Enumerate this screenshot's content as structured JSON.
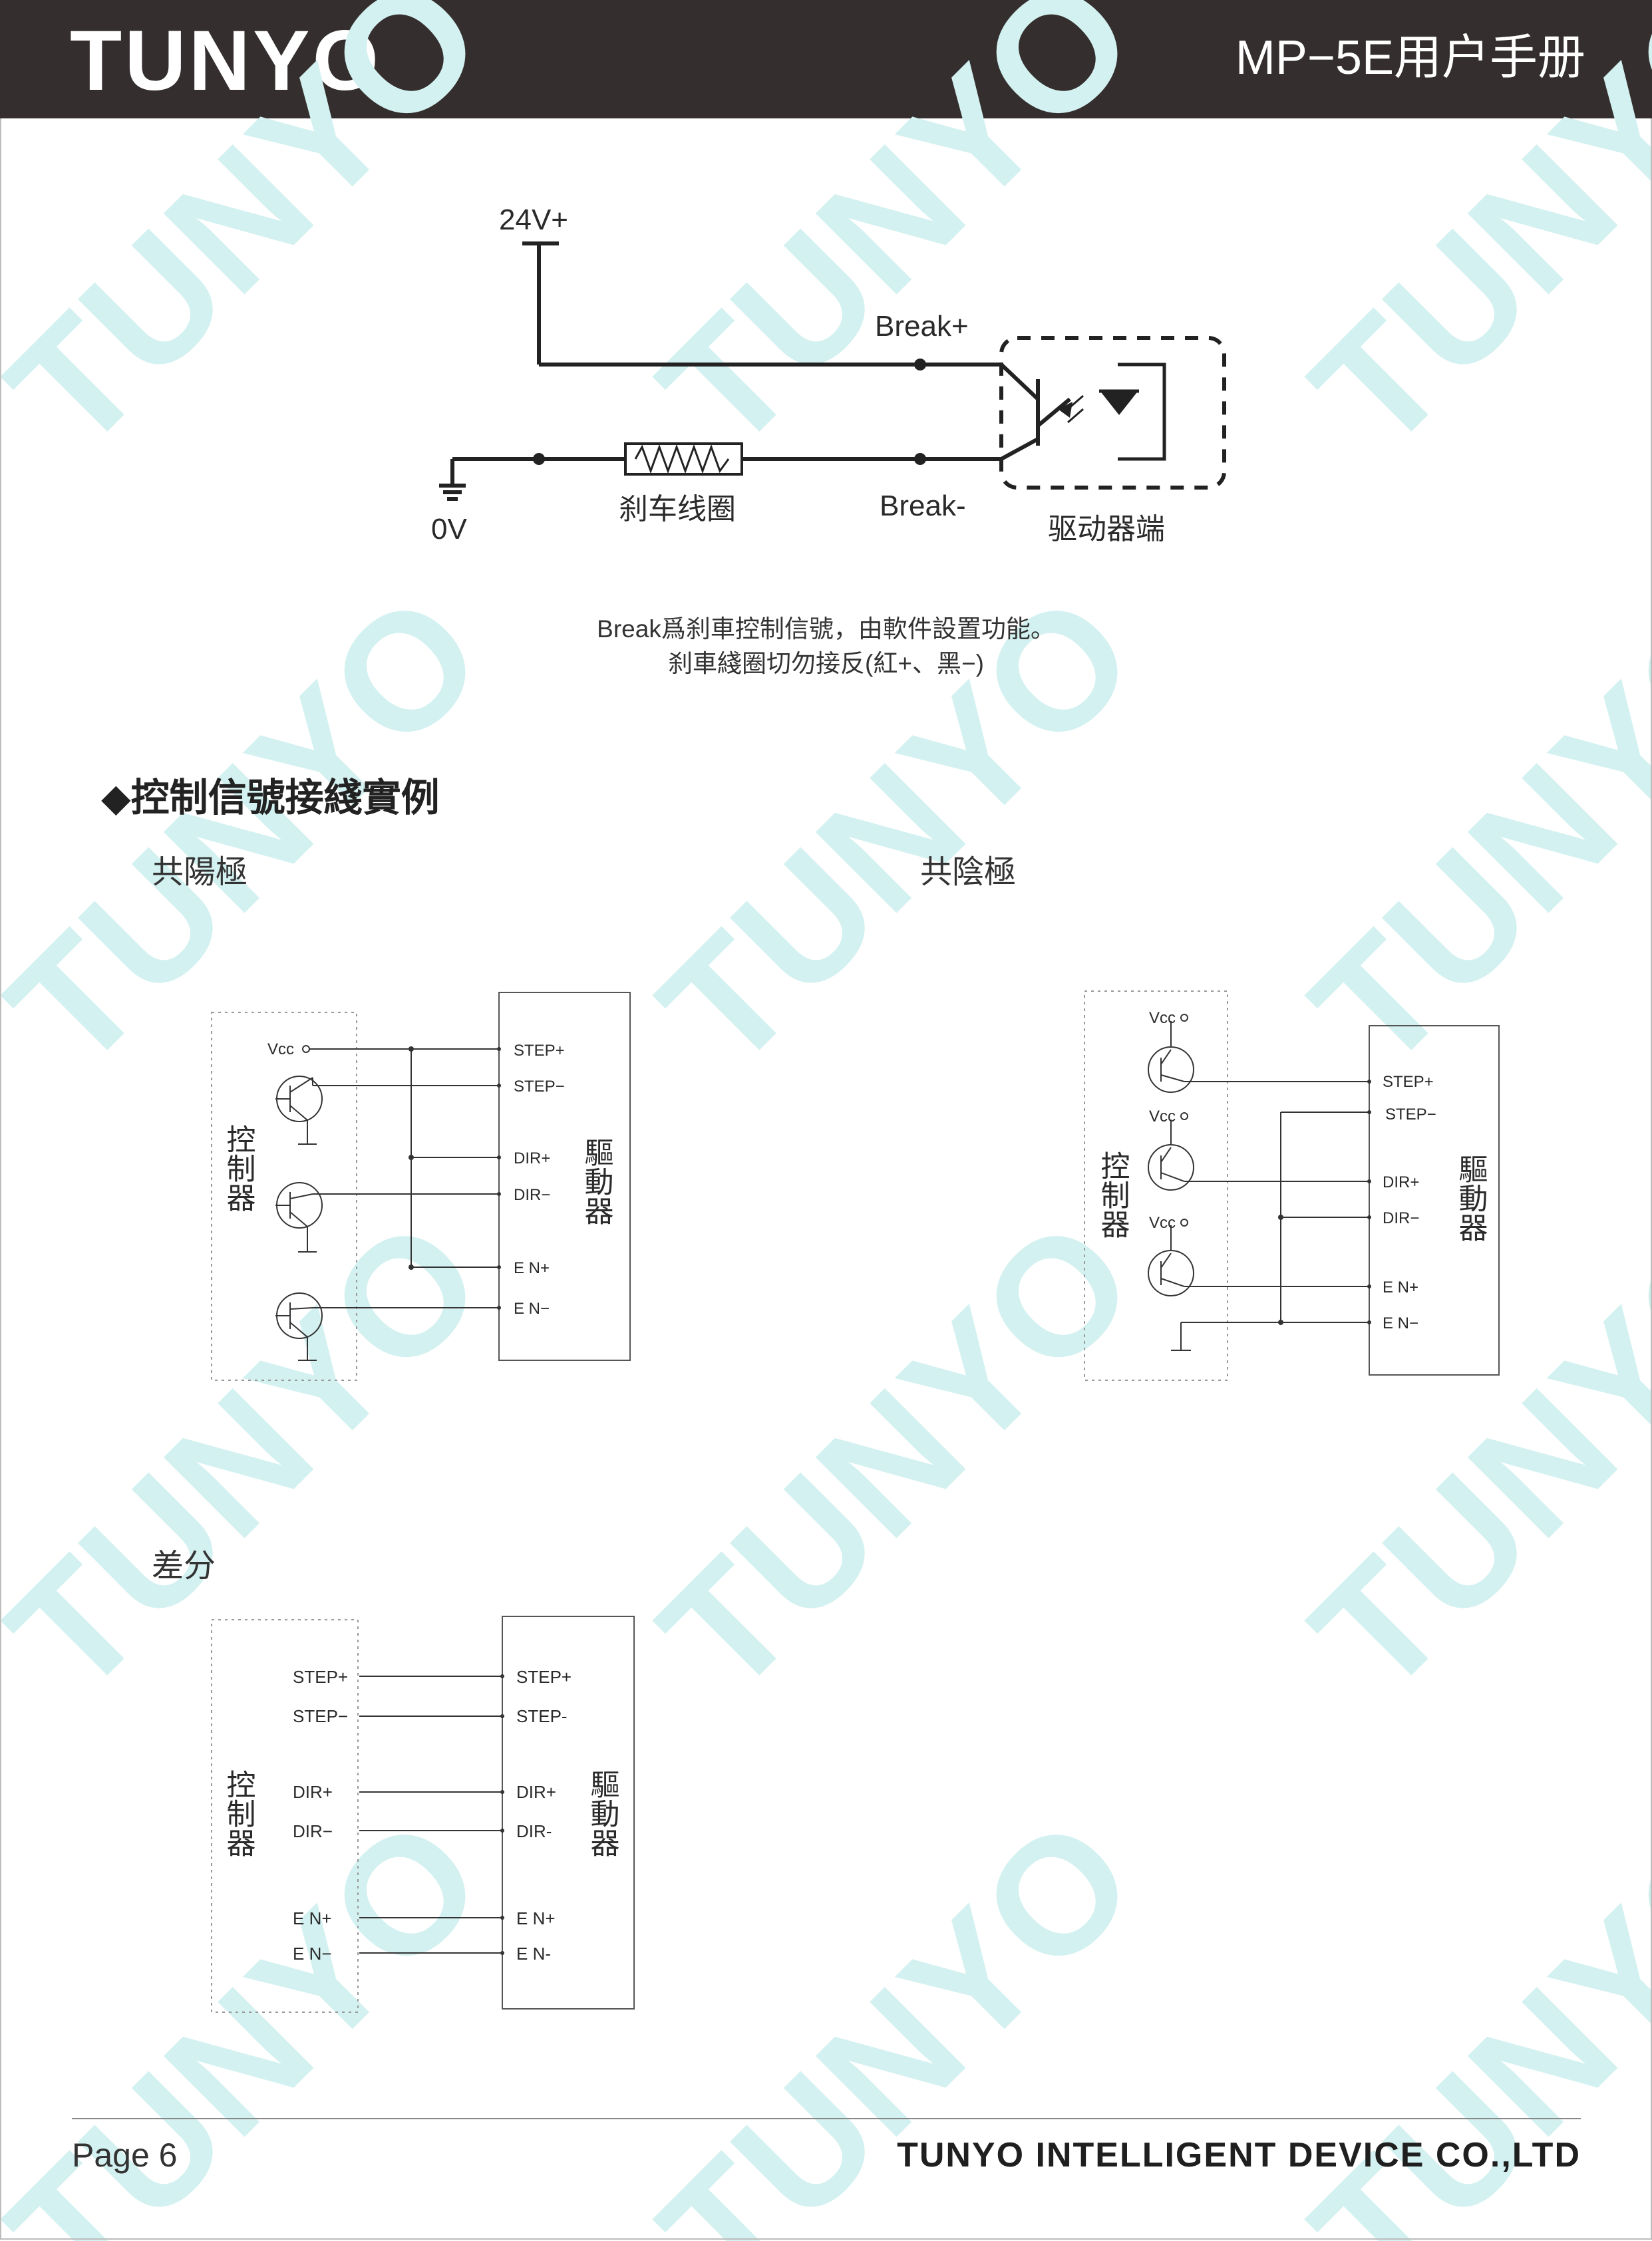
{
  "header": {
    "brand": "TUNYO",
    "manual_title": "MP−5E用户手册"
  },
  "watermark": {
    "text": "TUNYO"
  },
  "brake_diagram": {
    "supply": "24V+",
    "ground": "0V",
    "break_plus": "Break+",
    "break_minus": "Break-",
    "coil": "刹车线圈",
    "driver_side": "驱动器端"
  },
  "caption": {
    "line1": "Break爲刹車控制信號，由軟件設置功能。",
    "line2": "刹車綫圈切勿接反(紅+、黑−)"
  },
  "section": {
    "bullet": "◆",
    "title": "控制信號接綫實例"
  },
  "common_anode": {
    "title": "共陽極",
    "controller": "控制器",
    "driver": "驅動器",
    "vcc": "Vcc",
    "pins": [
      "STEP+",
      "STEP−",
      "DIR+",
      "DIR−",
      "E N+",
      "E N−"
    ]
  },
  "common_cathode": {
    "title": "共陰極",
    "controller": "控制器",
    "driver": "驅動器",
    "vcc": [
      "Vcc",
      "Vcc",
      "Vcc"
    ],
    "pins": [
      "STEP+",
      "STEP−",
      "DIR+",
      "DIR−",
      "E N+",
      "E N−"
    ]
  },
  "differential": {
    "title": "差分",
    "controller": "控制器",
    "driver": "驅動器",
    "controller_pins": [
      "STEP+",
      "STEP−",
      "DIR+",
      "DIR−",
      "E N+",
      "E N−"
    ],
    "driver_pins": [
      "STEP+",
      "STEP-",
      "DIR+",
      "DIR-",
      "E N+",
      "E N-"
    ]
  },
  "footer": {
    "page": "Page 6",
    "company": "TUNYO INTELLIGENT DEVICE CO.,LTD"
  }
}
